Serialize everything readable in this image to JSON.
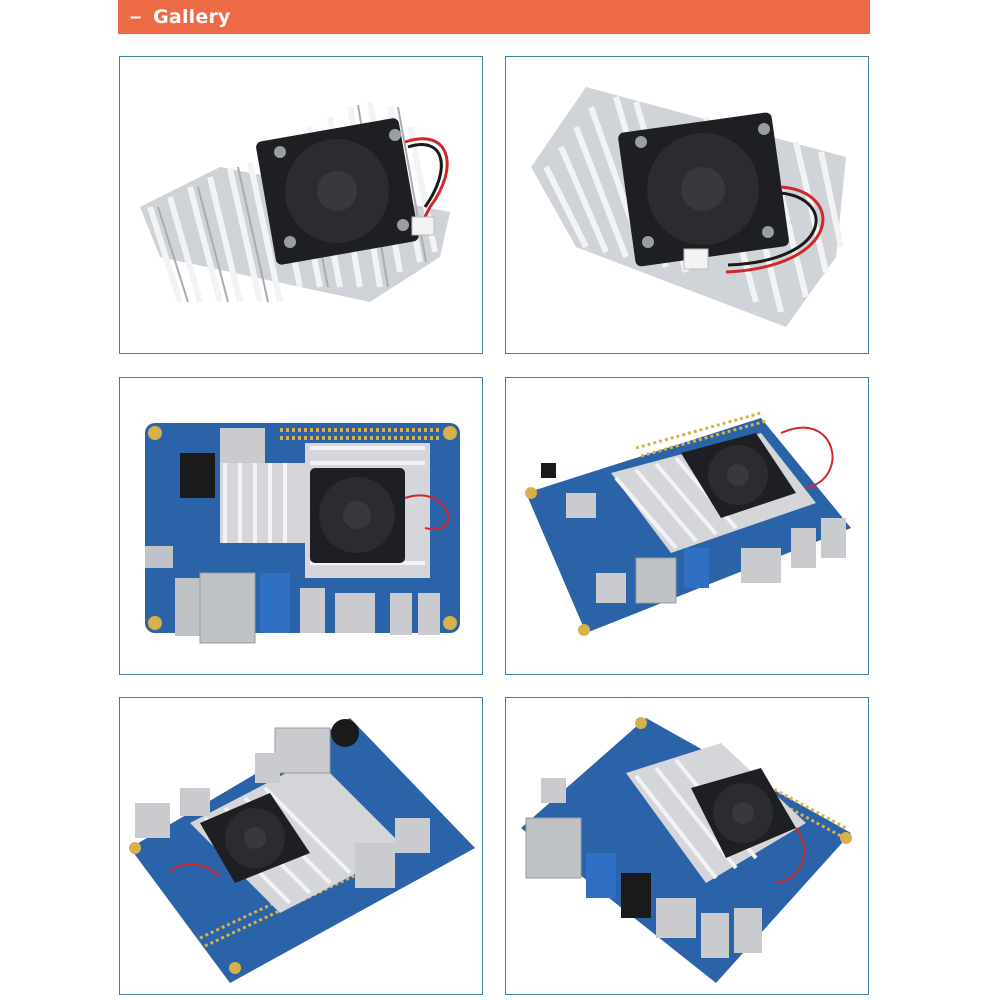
{
  "section": {
    "title": "Gallery",
    "dash": "–"
  },
  "colors": {
    "header_bg": "#ec6a45",
    "tile_border": "#3f7f99",
    "heatsink": "#d4d6d9",
    "fan": "#1e1f22",
    "pcb": "#2a63a8",
    "gold": "#d8b14a"
  },
  "gallery": {
    "images": [
      {
        "subject": "heatsink-with-fan"
      },
      {
        "subject": "heatsink-with-fan"
      },
      {
        "subject": "board-with-heatsink"
      },
      {
        "subject": "board-with-heatsink"
      },
      {
        "subject": "board-with-heatsink"
      },
      {
        "subject": "board-with-heatsink"
      }
    ]
  }
}
